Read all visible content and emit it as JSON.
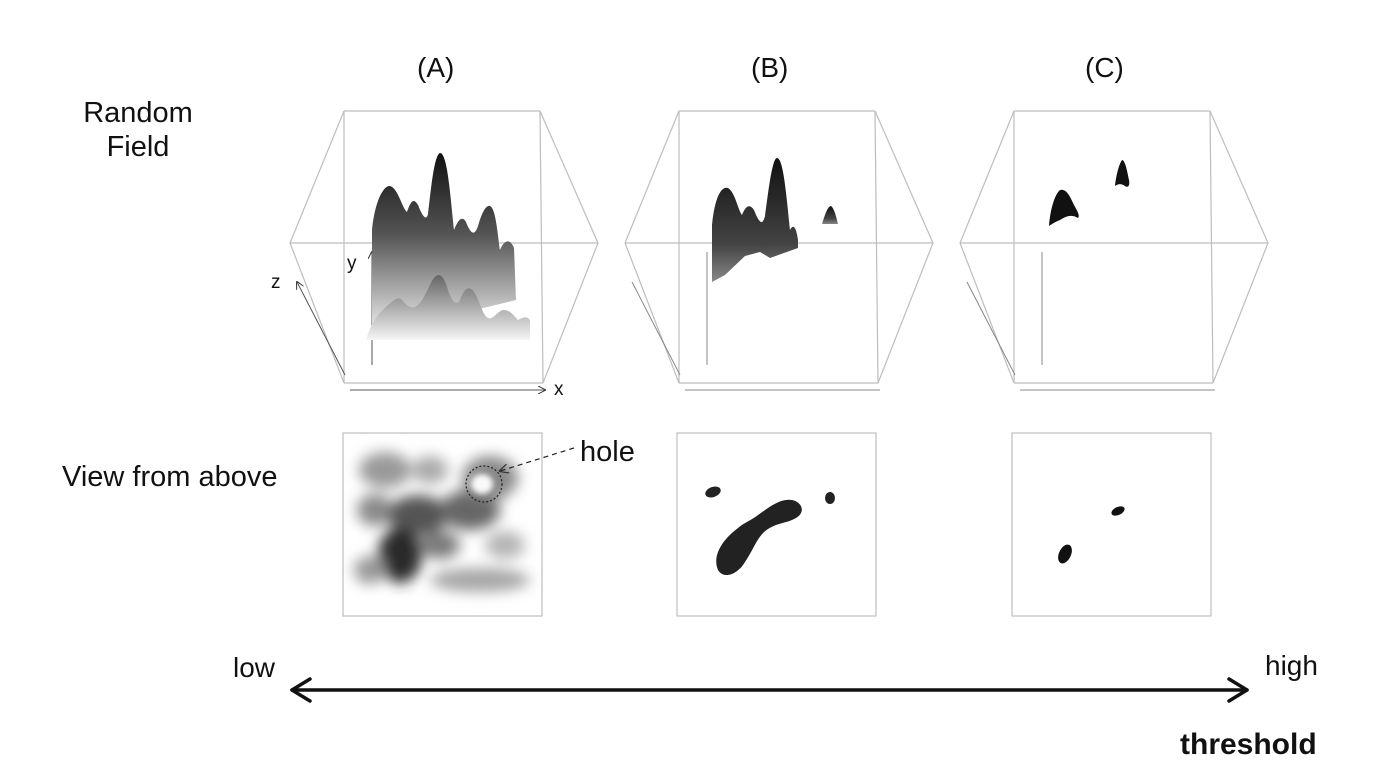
{
  "panels": [
    {
      "label": "(A)"
    },
    {
      "label": "(B)"
    },
    {
      "label": "(C)"
    }
  ],
  "row_labels": {
    "random_field_line1": "Random",
    "random_field_line2": "Field",
    "view_from_above": "View from above"
  },
  "axes": {
    "x": "x",
    "y": "y",
    "z": "z"
  },
  "annotation": {
    "hole": "hole"
  },
  "threshold_axis": {
    "low": "low",
    "high": "high",
    "title": "threshold"
  }
}
